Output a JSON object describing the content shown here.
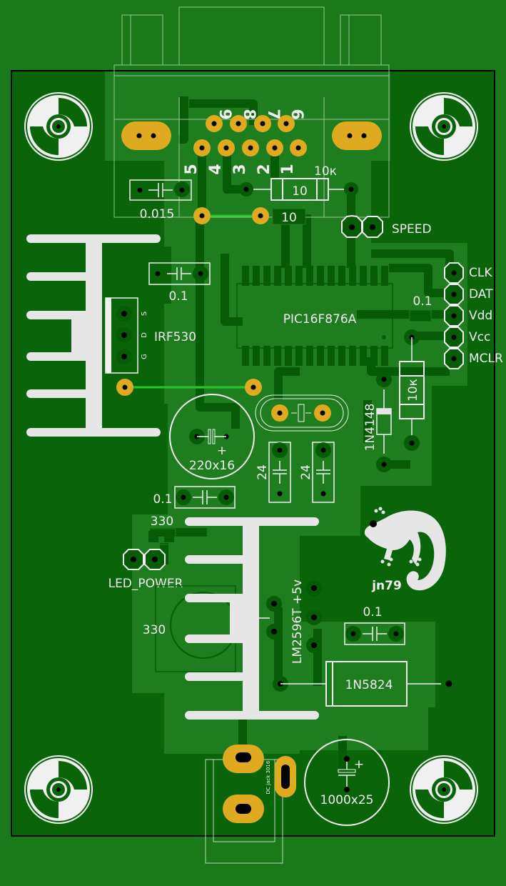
{
  "board": {
    "colors": {
      "background": "#1a7a1a",
      "board": "#0a640a",
      "copper_pour": "#1e7d1e",
      "trace": "#065c06",
      "pad": "#e0aa20",
      "silkscreen": "#f0f0f0",
      "jumper": "#22cc22",
      "outline": "#000000"
    }
  },
  "connector": {
    "pins_top": [
      "9",
      "8",
      "7",
      "6"
    ],
    "pins_bottom": [
      "5",
      "4",
      "3",
      "2",
      "1"
    ]
  },
  "labels": {
    "r_10k_top": "10к",
    "r_10_a": "10",
    "r_10_b": "10",
    "c_0015": "0.015",
    "speed": "SPEED",
    "c_01_a": "0.1",
    "irf530": "IRF530",
    "irf_pin_s": "S",
    "irf_pin_d": "D",
    "irf_pin_g": "G",
    "pic": "PIC16F876A",
    "c_01_pic": "0.1",
    "r_10k_right": "10к",
    "d_1n4148": "1N4148",
    "cap_220": "220x16",
    "cap_24_a": "24",
    "cap_24_b": "24",
    "c_01_b": "0.1",
    "r_330_a": "330",
    "led_power": "LED_POWER",
    "ind_330": "330",
    "reg": "LM2596T +5v",
    "c_01_c": "0.1",
    "d_1n5824": "1N5824",
    "logo_text": "jn79",
    "dc_jack": "DC jack 3016",
    "cap_1000": "1000x25",
    "plus": "+"
  },
  "programming_header": [
    "CLK",
    "DAT",
    "Vdd",
    "Vcc",
    "MCLR"
  ]
}
